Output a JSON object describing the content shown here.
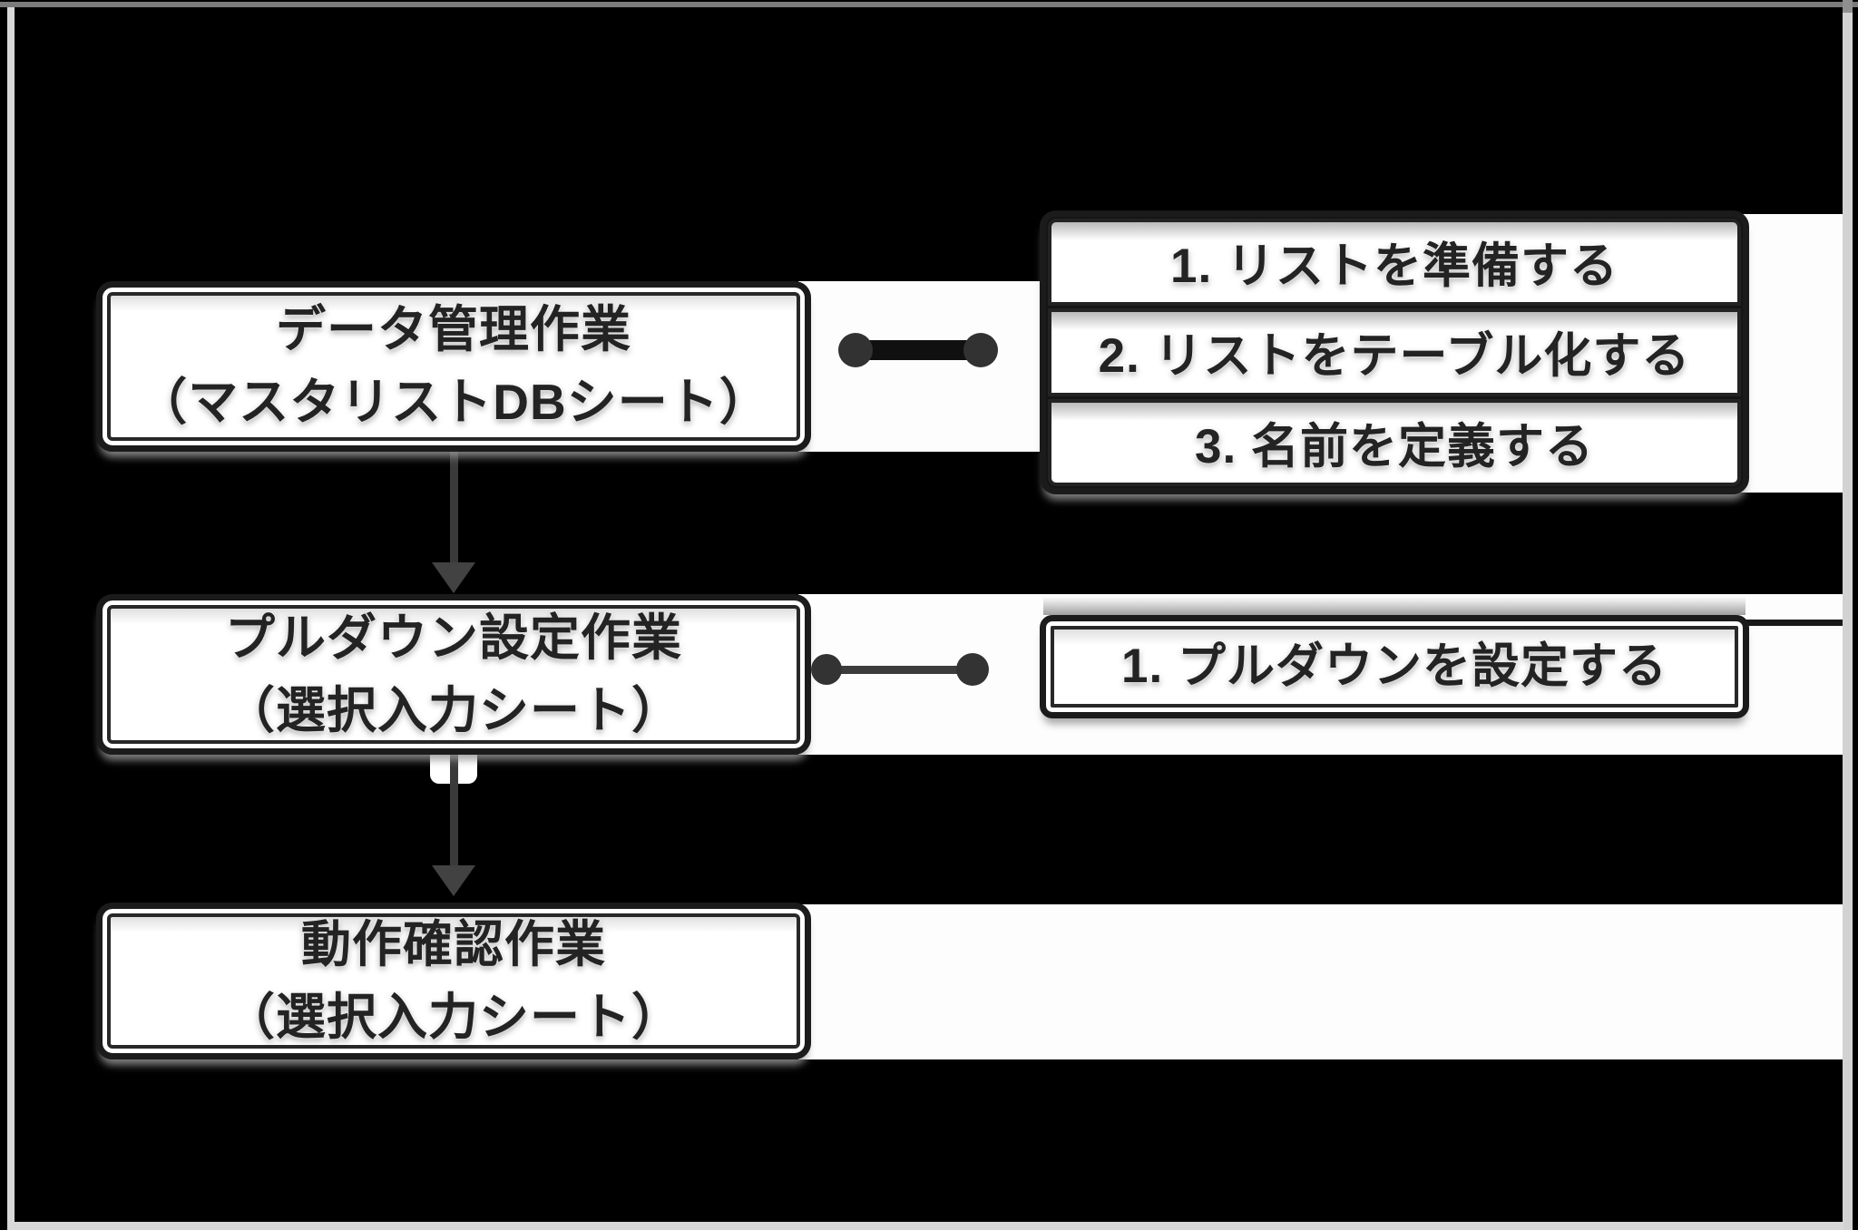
{
  "diagram": {
    "tasks": [
      {
        "title": "データ管理作業",
        "subtitle": "（マスタリストDBシート）"
      },
      {
        "title": "プルダウン設定作業",
        "subtitle": "（選択入力シート）"
      },
      {
        "title": "動作確認作業",
        "subtitle": "（選択入力シート）"
      }
    ],
    "task1_steps": [
      "1. リストを準備する",
      "2. リストをテーブル化する",
      "3. 名前を定義する"
    ],
    "task2_steps": [
      "1. プルダウンを設定する"
    ],
    "colors": {
      "background": "#000000",
      "box_fill": "#ffffff",
      "box_border": "#1b1b1b",
      "text": "#232323",
      "connector": "#3a3a3a",
      "frame_side": "#d8d8d8",
      "frame_top": "#7b7b7b"
    }
  }
}
